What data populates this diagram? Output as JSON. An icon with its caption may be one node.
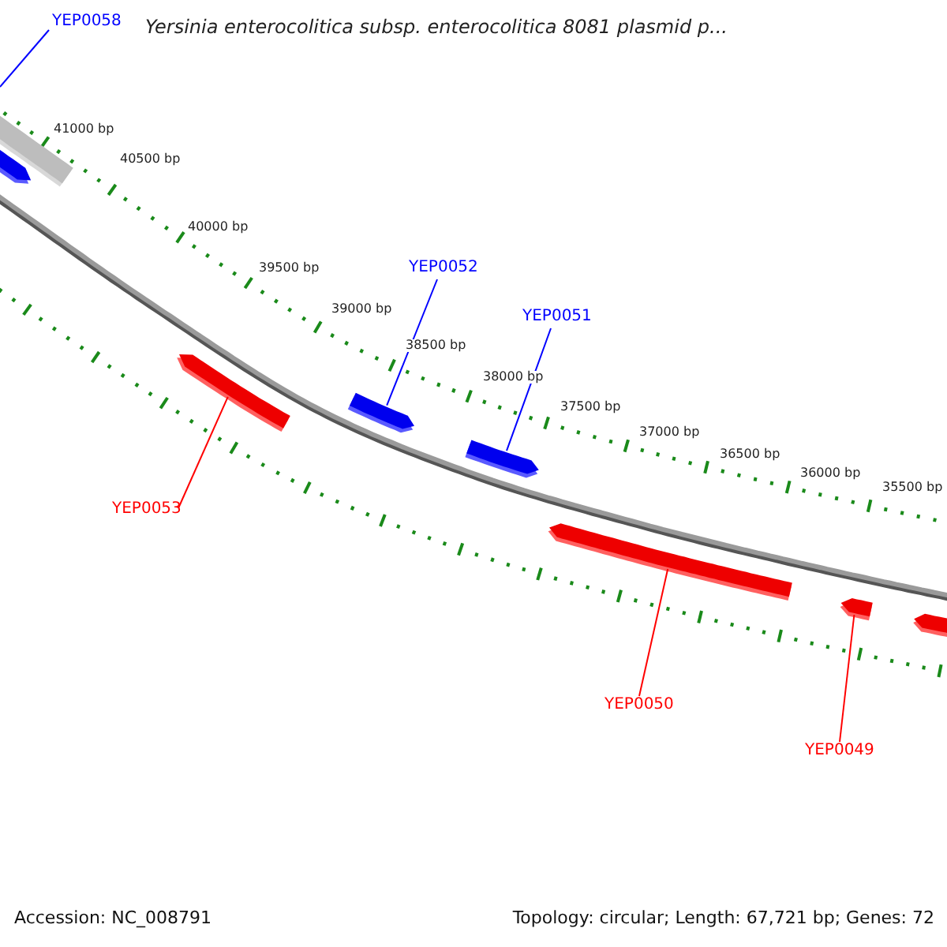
{
  "diagram": {
    "title": "Yersinia enterocolitica subsp. enterocolitica 8081 plasmid p...",
    "nodes": [
      {
        "text": [
          "YEP0058"
        ]
      },
      {
        "text": [
          "YEP0052"
        ]
      },
      {
        "text": [
          "YEP0051"
        ]
      },
      {
        "text": [
          "YEP0053"
        ]
      },
      {
        "text": [
          "YEP0050"
        ]
      },
      {
        "text": [
          "YEP0049"
        ]
      },
      {
        "text": [],
        "shape": "bar"
      },
      {
        "text": [],
        "shape": "arrow"
      },
      {
        "text": [],
        "shape": "arrow"
      },
      {
        "text": [],
        "shape": "arrow"
      },
      {
        "text": [],
        "shape": "arrow"
      },
      {
        "text": [],
        "shape": "arrow"
      },
      {
        "text": [],
        "shape": "arrow"
      },
      {
        "text": [],
        "shape": "arrow"
      }
    ],
    "edges": [
      {
        "from": 0,
        "to": null,
        "arrow": "none",
        "color": "#0000ff"
      },
      {
        "from": 1,
        "to": 9,
        "arrow": "none",
        "color": "#0000ff"
      },
      {
        "from": 2,
        "to": 10,
        "arrow": "none",
        "color": "#0000ff"
      },
      {
        "from": 3,
        "to": 8,
        "arrow": "none",
        "color": "#ff0000"
      },
      {
        "from": 4,
        "to": 11,
        "arrow": "none",
        "color": "#ff0000"
      },
      {
        "from": 5,
        "to": 12,
        "arrow": "none",
        "color": "#ff0000"
      }
    ],
    "labels": [
      "41000 bp",
      "40500 bp",
      "40000 bp",
      "39500 bp",
      "39000 bp",
      "38500 bp",
      "38000 bp",
      "37500 bp",
      "37000 bp",
      "36500 bp",
      "36000 bp",
      "35500 bp",
      "Accession: NC_008791",
      "Topology: circular; Length: 67,721 bp; Genes: 72"
    ]
  }
}
